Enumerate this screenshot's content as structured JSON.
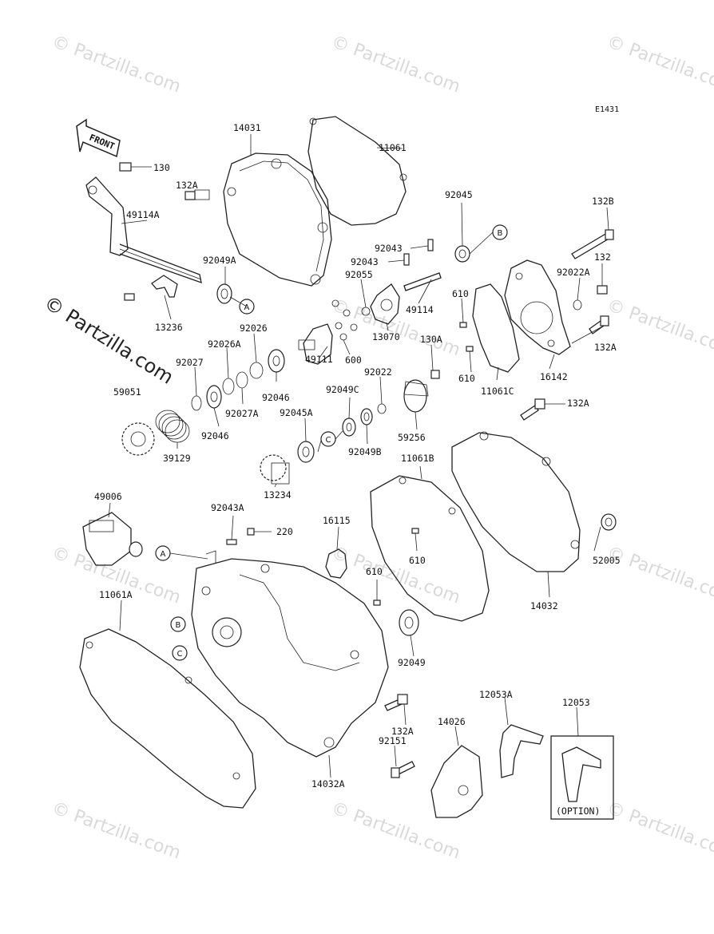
{
  "diagram_code": "E1431",
  "front_label": "FRONT",
  "option_label": "(OPTION)",
  "watermark": "© Partzilla.com",
  "watermark_dark": "© Partzilla.com",
  "refs": {
    "a": "A",
    "b": "B",
    "c": "C"
  },
  "parts": {
    "p14031": "14031",
    "p11061": "11061",
    "p130": "130",
    "p132a_1": "132A",
    "p49114a": "49114A",
    "p92049a": "92049A",
    "p13236": "13236",
    "p92045": "92045",
    "p132b": "132B",
    "p92043_1": "92043",
    "p92043_2": "92043",
    "p132": "132",
    "p92022a": "92022A",
    "p92055": "92055",
    "p49114": "49114",
    "p610_1": "610",
    "p13070": "13070",
    "p92026": "92026",
    "p92026a": "92026A",
    "p49111": "49111",
    "p600": "600",
    "p130a": "130A",
    "p132a_2": "132A",
    "p92027": "92027",
    "p92022": "92022",
    "p610_2": "610",
    "p16142": "16142",
    "p11061c": "11061C",
    "p59051": "59051",
    "p92046_1": "92046",
    "p92049c": "92049C",
    "p92027a": "92027A",
    "p92045a": "92045A",
    "p132a_3": "132A",
    "p92046_2": "92046",
    "p59256": "59256",
    "p39129": "39129",
    "p92049b": "92049B",
    "p11061b": "11061B",
    "p49006": "49006",
    "p13234": "13234",
    "p92043a": "92043A",
    "p16115": "16115",
    "p220": "220",
    "p610_3": "610",
    "p52005": "52005",
    "p11061a": "11061A",
    "p610_4": "610",
    "p14032": "14032",
    "p92049": "92049",
    "p12053a": "12053A",
    "p12053": "12053",
    "p14026": "14026",
    "p132a_4": "132A",
    "p92151": "92151",
    "p14032a": "14032A"
  }
}
